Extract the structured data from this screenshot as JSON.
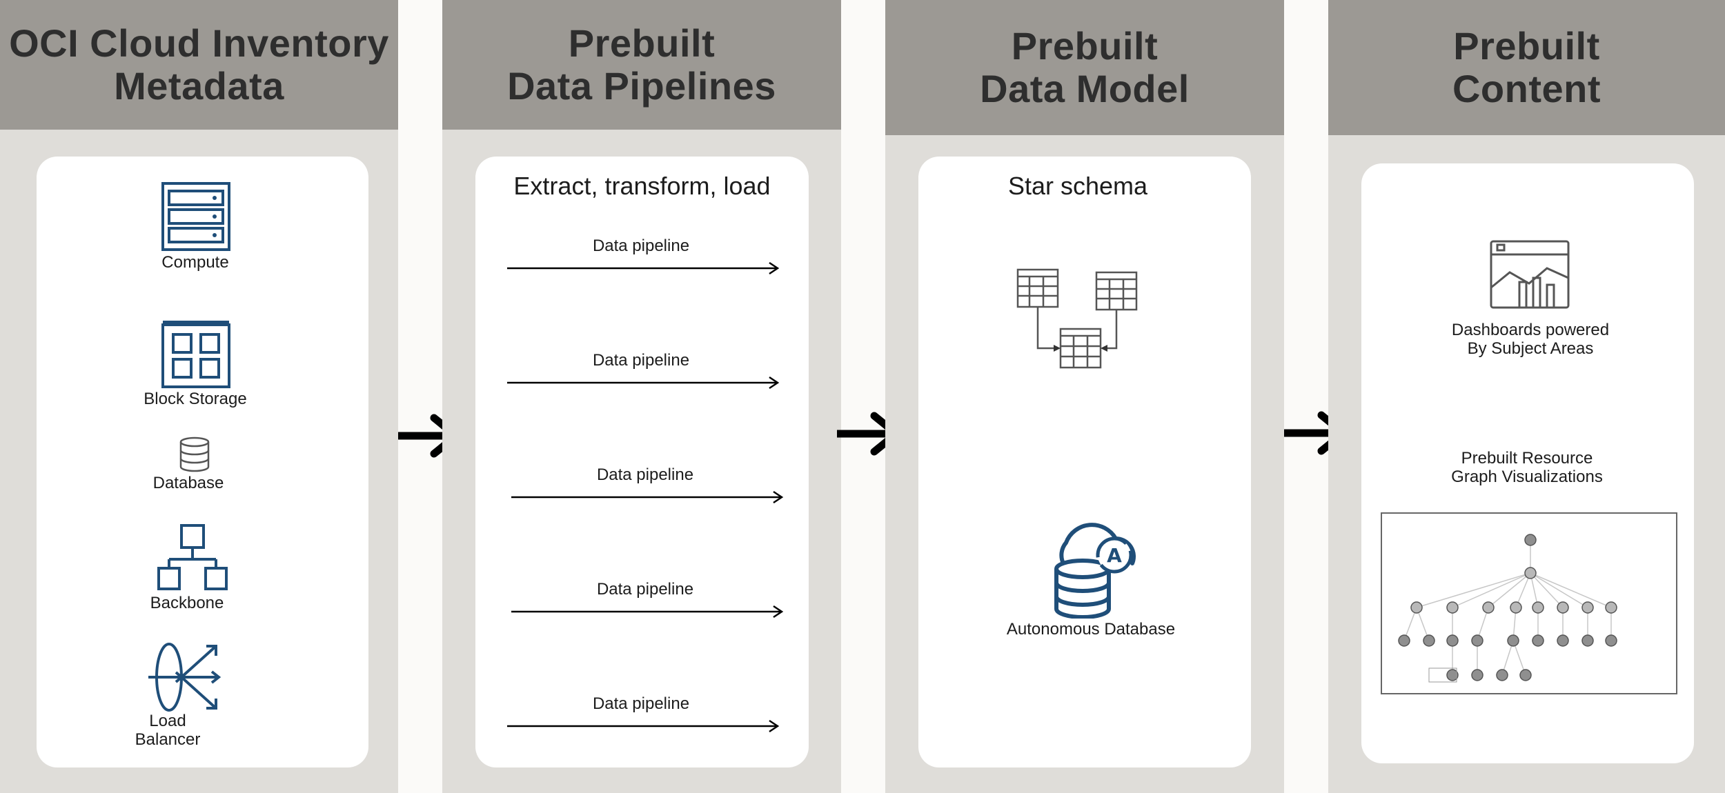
{
  "columns": [
    {
      "title": "OCI Cloud Inventory\nMetadata",
      "items": [
        {
          "icon": "compute-icon",
          "label": "Compute"
        },
        {
          "icon": "block-storage-icon",
          "label": "Block Storage"
        },
        {
          "icon": "database-icon",
          "label": "Database"
        },
        {
          "icon": "backbone-icon",
          "label": "Backbone"
        },
        {
          "icon": "load-balancer-icon",
          "label": "Load\nBalancer"
        }
      ]
    },
    {
      "title": "Prebuilt\nData Pipelines",
      "subtitle": "Extract, transform, load",
      "pipelines": [
        "Data pipeline",
        "Data pipeline",
        "Data pipeline",
        "Data pipeline",
        "Data pipeline"
      ]
    },
    {
      "title": "Prebuilt\nData Model",
      "subtitle": "Star schema",
      "items": [
        {
          "icon": "star-schema-icon",
          "label": ""
        },
        {
          "icon": "autonomous-database-icon",
          "label": "Autonomous Database"
        }
      ]
    },
    {
      "title": "Prebuilt\nContent",
      "items": [
        {
          "icon": "dashboard-icon",
          "label": "Dashboards powered\nBy Subject Areas"
        },
        {
          "icon": "resource-graph-icon",
          "label": "Prebuilt Resource\nGraph Visualizations"
        }
      ]
    }
  ],
  "colors": {
    "header_bg": "#9c9994",
    "column_bg": "#dfddd9",
    "card_bg": "#ffffff",
    "icon_blue": "#1f4e79",
    "arrow": "#000000"
  }
}
